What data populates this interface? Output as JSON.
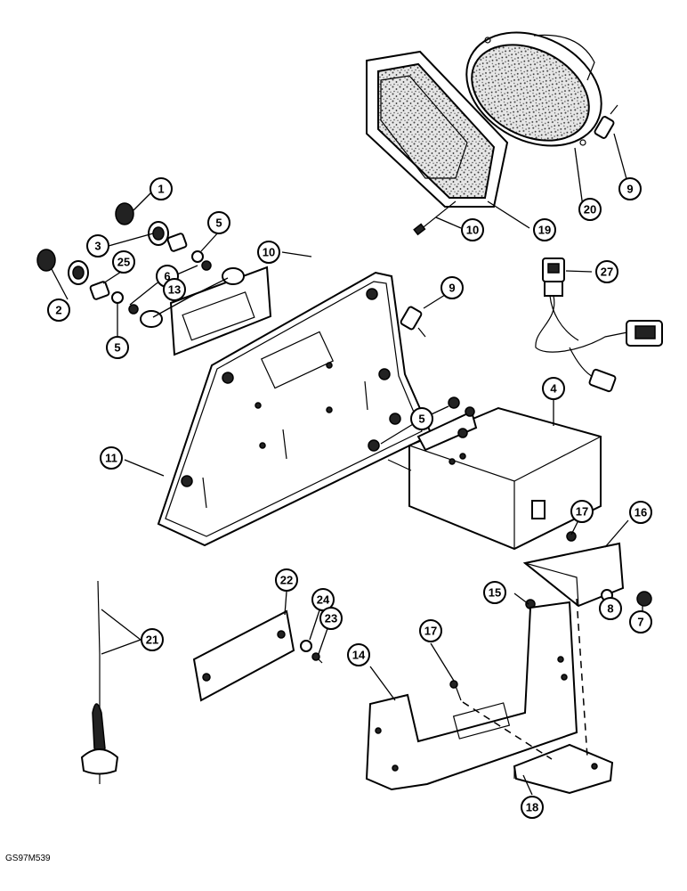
{
  "figure_code": "GS97M539",
  "callouts": [
    "1",
    "2",
    "3",
    "25",
    "5",
    "6",
    "13",
    "5",
    "10",
    "9",
    "11",
    "19",
    "10",
    "20",
    "9",
    "27",
    "4",
    "5",
    "17",
    "16",
    "15",
    "8",
    "7",
    "22",
    "24",
    "23",
    "21",
    "17",
    "14",
    "18"
  ]
}
